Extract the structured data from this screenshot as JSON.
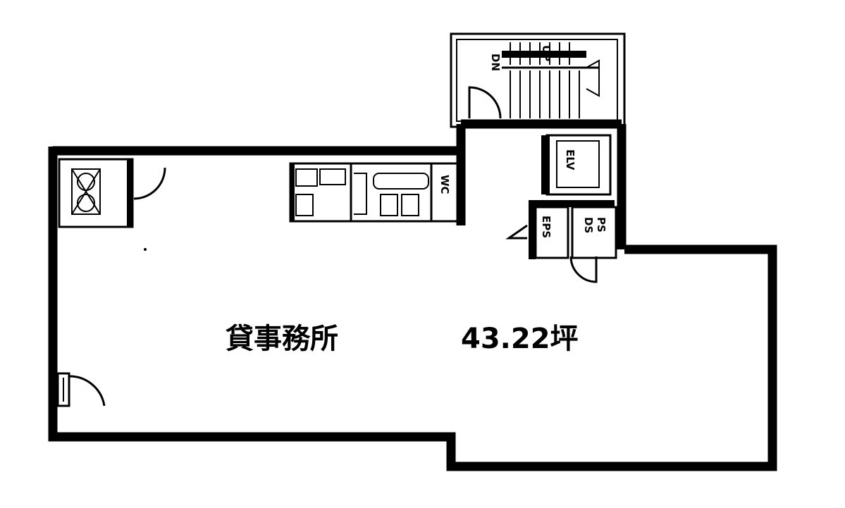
{
  "plan": {
    "room_name": "貸事務所",
    "area": "43.22坪",
    "labels": {
      "elevator": "ELV",
      "eps": "EPS",
      "ps": "PS",
      "ds": "DS",
      "wc": "WC",
      "dn": "DN",
      "up": "UP"
    }
  }
}
